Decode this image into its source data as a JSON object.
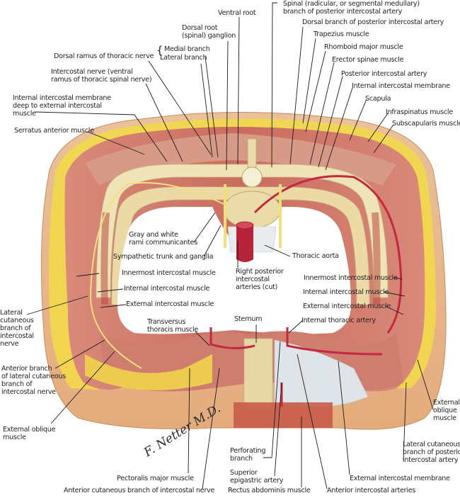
{
  "figure": {
    "type": "anatomical-illustration",
    "subject": "Thoracic wall, transverse section",
    "signature": "F. Netter M.D."
  },
  "labels": {
    "ventral_root": "Ventral root",
    "dorsal_root_ganglion": "Dorsal root\n(spinal) ganglion",
    "medial_branch": "Medial branch",
    "lateral_branch": "Lateral branch",
    "dorsal_ramus": "Dorsal ramus of thoracic nerve",
    "intercostal_nerve": "Intercostal nerve (ventral\nramus of thoracic spinal nerve)",
    "internal_intercostal_membrane_deep": "Internal intercostal membrane\ndeep to external intercostal\nmuscle",
    "serratus_anterior": "Serratus anterior muscle",
    "spinal_branch": "Spinal (radicular, or segmental medullary)\nbranch of posterior intercostal artery",
    "dorsal_branch_artery": "Dorsal branch of posterior intercostal artery",
    "trapezius": "Trapezius muscle",
    "rhomboid_major": "Rhomboid major muscle",
    "erector_spinae": "Erector spinae muscle",
    "posterior_intercostal_artery": "Posterior intercostal artery",
    "internal_intercostal_membrane": "Internal intercostal membrane",
    "scapula": "Scapula",
    "infraspinatus": "Infraspinatus muscle",
    "subscapularis": "Subscapularis muscle",
    "rami_communicantes": "Gray and white\nrami communicantes",
    "sympathetic_trunk": "Sympathetic trunk and ganglia",
    "thoracic_aorta": "Thoracic aorta",
    "right_posterior_intercostal_arteries": "Right posterior\nintercostal\narteries (cut)",
    "innermost_left": "Innermost intercostal muscle",
    "internal_left": "Internal intercostal muscle",
    "external_left": "External intercostal muscle",
    "innermost_right": "Innermost intercostal muscle",
    "internal_right": "Internal intercostal muscle",
    "external_right": "External intercostal muscle",
    "lateral_cutaneous_nerve": "Lateral\ncutaneous\nbranch of\nintercostal\nnerve",
    "anterior_branch_lateral_cutaneous": "Anterior branch\nof lateral cutaneous\nbranch of\nintercostal nerve",
    "external_oblique_left": "External oblique\nmuscle",
    "transversus_thoracis": "Transversus\nthoracis muscle",
    "sternum": "Sternum",
    "internal_thoracic_artery": "Internal thoracic artery",
    "external_oblique_right": "External\noblique\nmuscle",
    "lateral_cutaneous_artery": "Lateral cutaneous\nbranch of posterior\nintercostal artery",
    "perforating_branch": "Perforating\nbranch",
    "superior_epigastric": "Superior\nepigastric artery",
    "pectoralis_major": "Pectoralis major muscle",
    "anterior_cutaneous_nerve": "Anterior cutaneous branch of intercostal nerve",
    "rectus_abdominis": "Rectus abdominis muscle",
    "external_intercostal_membrane": "External intercostal membrane",
    "anterior_intercostal_arteries": "Anterior intercostal arteries"
  },
  "colors": {
    "skin": "#e9b98c",
    "fat": "#f2d84a",
    "muscle": "#c9675c",
    "rib": "#efe3b8",
    "artery": "#c4283f",
    "nerve": "#f1e07a",
    "leader": "#1a1a1a"
  }
}
